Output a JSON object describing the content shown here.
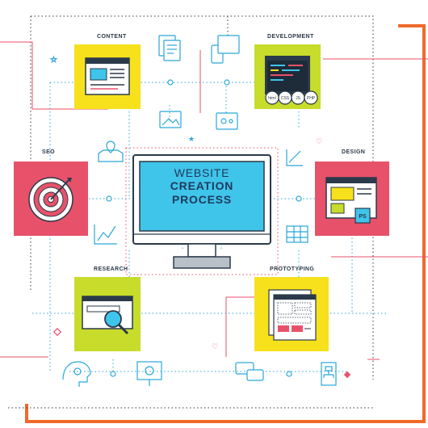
{
  "center": {
    "line1": "WEBSITE",
    "line2": "CREATION",
    "line3": "PROCESS"
  },
  "stages": {
    "content": "CONTENT",
    "development": "DEVELOPMENT",
    "seo": "SEO",
    "design": "DESIGN",
    "research": "RESEARCH",
    "prototyping": "PROTOTYPING"
  },
  "dev_badges": [
    "html",
    "CSS",
    "JS",
    "PHP"
  ],
  "design_badge": "PS",
  "colors": {
    "yellow": "#f6e11c",
    "lime": "#c7dc2b",
    "pink": "#e8516a",
    "cyan": "#3fc4ea",
    "navy": "#2b3a4a",
    "orange": "#f06a2a",
    "red_line": "#e8516a",
    "dots": "#2aa7d8"
  }
}
